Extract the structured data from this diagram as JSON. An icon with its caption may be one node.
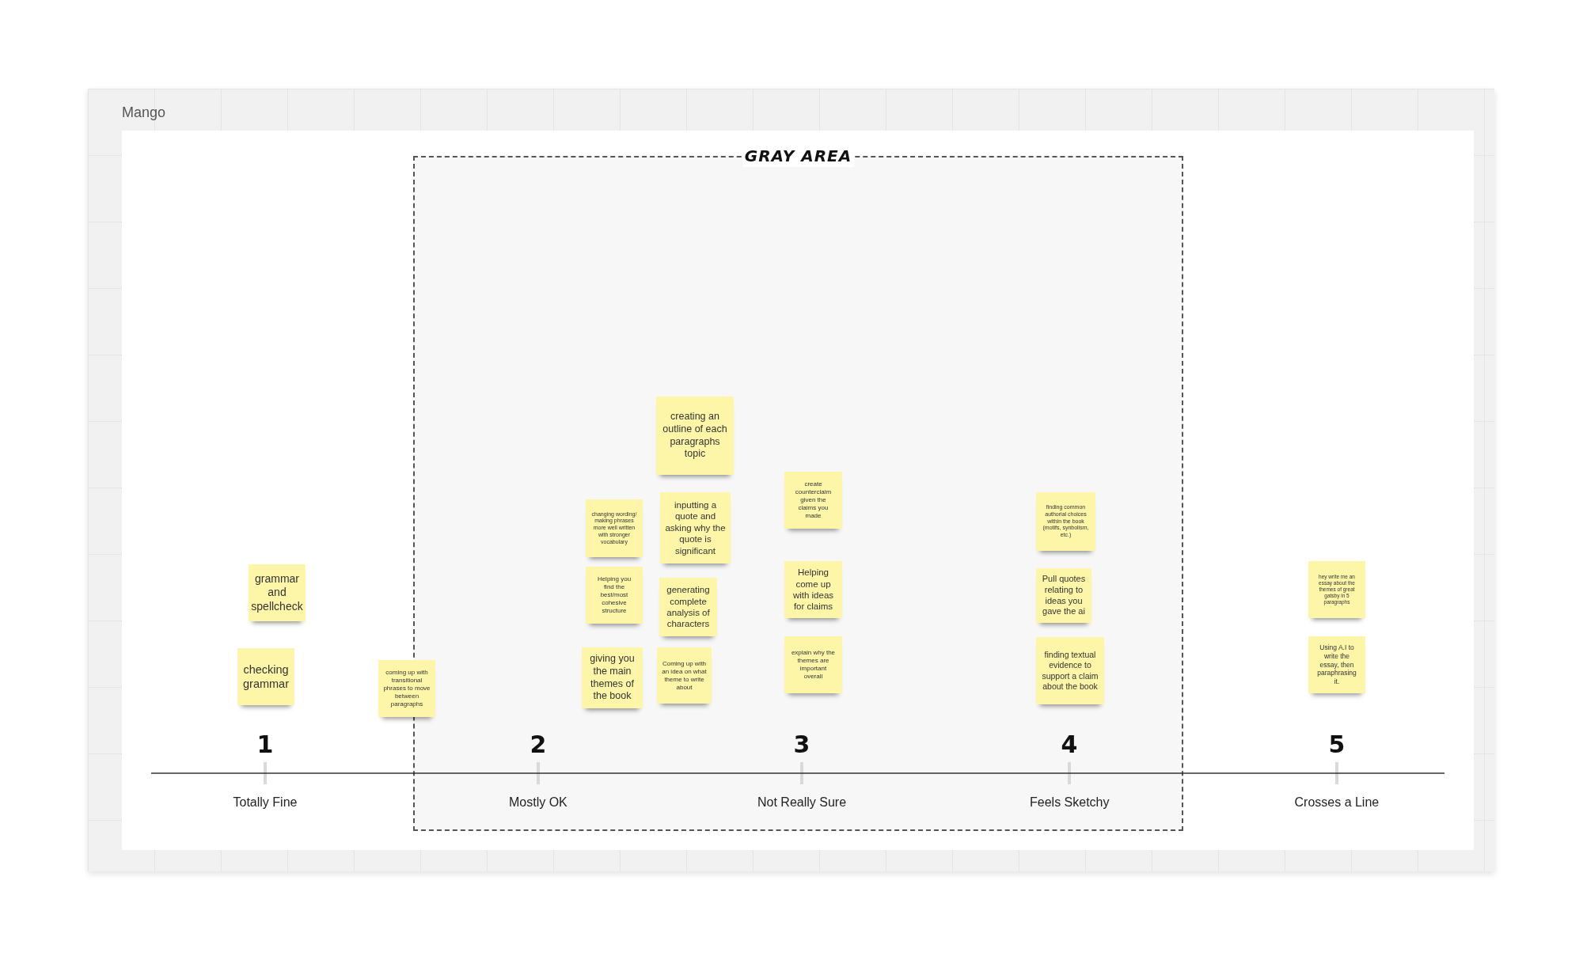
{
  "diagram": {
    "nodes": [
      {
        "text": [
          "Mango"
        ]
      },
      {
        "text": [
          "GRAY AREA"
        ],
        "in": 0
      },
      {
        "text": [
          "grammar and spellcheck"
        ],
        "in": 0
      },
      {
        "text": [
          "checking grammar"
        ],
        "in": 0
      },
      {
        "text": [
          "coming up with transitional phrases to move between paragraphs"
        ],
        "in": 0
      },
      {
        "text": [
          "creating an outline of each paragraphs topic"
        ],
        "in": 1
      },
      {
        "text": [
          "changing wording/ making phrases more well written with stronger vocabulary"
        ],
        "in": 1
      },
      {
        "text": [
          "inputting a quote and asking why the quote is significant"
        ],
        "in": 1
      },
      {
        "text": [
          "Helping you find the best/most cohesive structure"
        ],
        "in": 1
      },
      {
        "text": [
          "generating complete analysis of characters"
        ],
        "in": 1
      },
      {
        "text": [
          "giving you the main themes of the book"
        ],
        "in": 1
      },
      {
        "text": [
          "Coming up with an idea on what theme to write about"
        ],
        "in": 1
      },
      {
        "text": [
          "create counterclaim given the claims you made"
        ],
        "in": 1
      },
      {
        "text": [
          "Helping come up with ideas for claims"
        ],
        "in": 1
      },
      {
        "text": [
          "explain why the themes are important overall"
        ],
        "in": 1
      },
      {
        "text": [
          "finding common authorial choices within the book (motifs, synbolism, etc.)"
        ],
        "in": 1
      },
      {
        "text": [
          "Pull quotes relating to ideas you gave the ai"
        ],
        "in": 1
      },
      {
        "text": [
          "finding textual evidence to support a claim about the book"
        ],
        "in": 1
      },
      {
        "text": [
          "hey write me an essay about the themes of great gatsby in 5 paragraphs"
        ],
        "in": 0
      },
      {
        "text": [
          "Using A.I to write the essay, then paraphrasing it."
        ],
        "in": 0
      }
    ],
    "labels": [
      "1",
      "2",
      "3",
      "4",
      "5",
      "Totally Fine",
      "Mostly OK",
      "Not Really Sure",
      "Feels Sketchy",
      "Crosses a Line"
    ]
  }
}
